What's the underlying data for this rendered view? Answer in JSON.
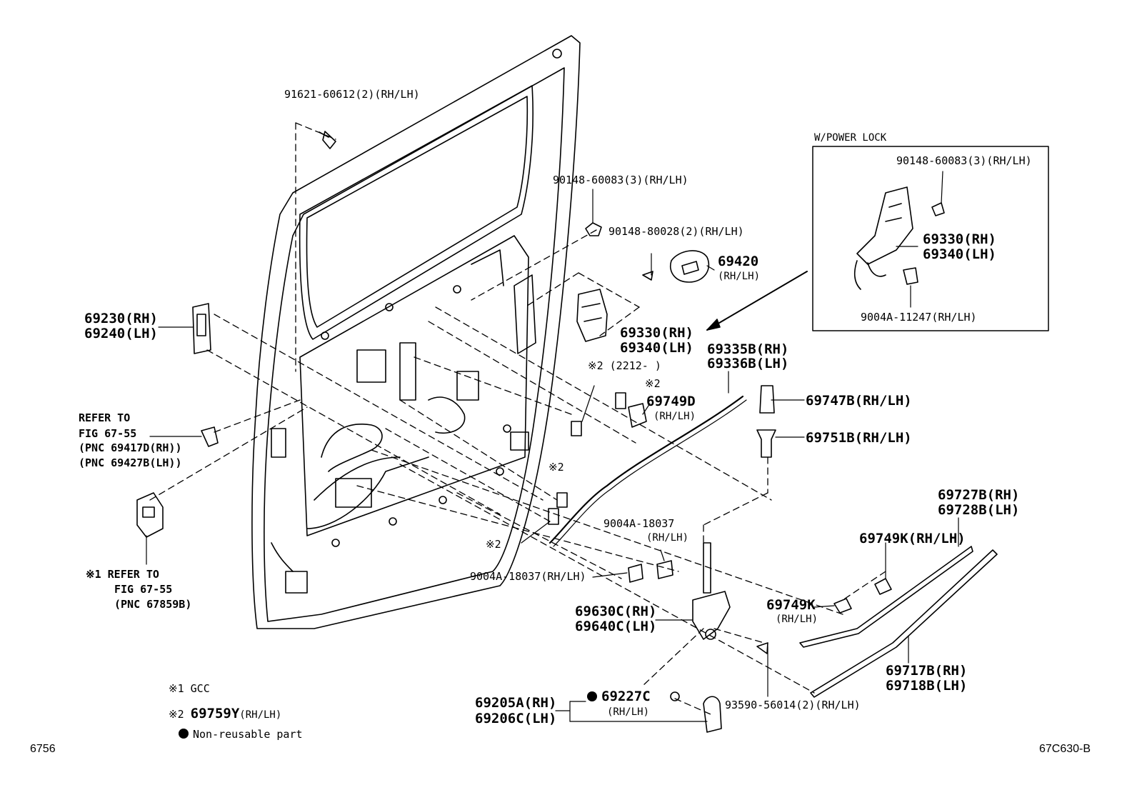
{
  "labels": {
    "c91621": "91621-60612(2)(RH/LH)",
    "c90148a": "90148-60083(3)(RH/LH)",
    "c90148b": "90148-80028(2)(RH/LH)",
    "c69420": "69420",
    "c69420s": "(RH/LH)",
    "c69330a": "69330(RH)",
    "c69340a": "69340(LH)",
    "c69230": "69230(RH)",
    "c69240": "69240(LH)",
    "c69335": "69335B(RH)",
    "c69336": "69336B(LH)",
    "c_m2_2212": "※2 (2212-    )",
    "c_m2a": "※2",
    "c69749d": "69749D",
    "c69749ds": "(RH/LH)",
    "c69747": "69747B(RH/LH)",
    "c69751": "69751B(RH/LH)",
    "c_m2b": "※2",
    "c_m2c": "※2",
    "c9004a_a": "9004A-18037",
    "c9004a_as": "(RH/LH)",
    "c9004a_b": "9004A-18037(RH/LH)",
    "c69727": "69727B(RH)",
    "c69728": "69728B(LH)",
    "c69749k1": "69749K(RH/LH)",
    "c69749k2": "69749K",
    "c69749k2s": "(RH/LH)",
    "c69630": "69630C(RH)",
    "c69640": "69640C(LH)",
    "c69717": "69717B(RH)",
    "c69718": "69718B(LH)",
    "c93590": "93590-56014(2)(RH/LH)",
    "c69205": "69205A(RH)",
    "c69206": "69206C(LH)",
    "c69227": "69227C",
    "c69227s": "(RH/LH)"
  },
  "refer_upper": [
    "REFER TO",
    "FIG 67-55",
    "(PNC 69417D(RH))",
    "(PNC 69427B(LH))"
  ],
  "refer_lower": [
    "※1 REFER TO",
    "FIG 67-55",
    "(PNC 67859B)"
  ],
  "inset": {
    "title": "W/POWER LOCK",
    "c90148": "90148-60083(3)(RH/LH)",
    "c69330": "69330(RH)",
    "c69340": "69340(LH)",
    "c9004a": "9004A-11247(RH/LH)"
  },
  "legend": {
    "note1": "※1 GCC",
    "note2_mark": "※2",
    "note2_part": "69759Y",
    "note2_side": "(RH/LH)",
    "nonreusable": "Non-reusable part"
  },
  "footer": {
    "left_code": "6756",
    "right_code": "67C630-B"
  }
}
